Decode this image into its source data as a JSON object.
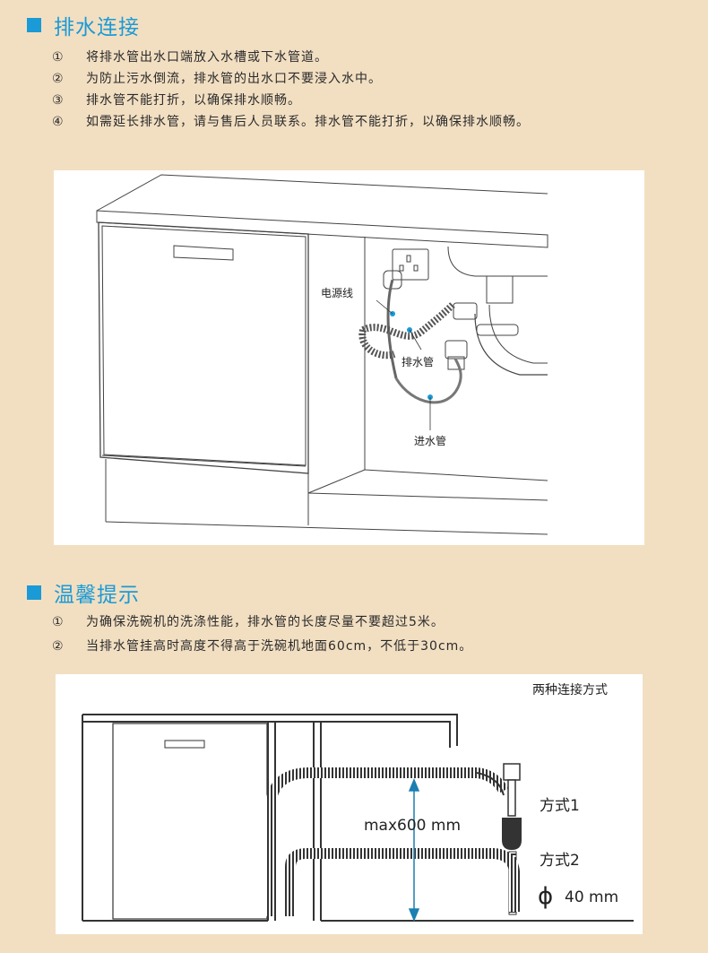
{
  "section1": {
    "title": "排水连接",
    "items": [
      {
        "num": "①",
        "text": "将排水管出水口端放入水槽或下水管道。"
      },
      {
        "num": "②",
        "text": "为防止污水倒流，排水管的出水口不要浸入水中。"
      },
      {
        "num": "③",
        "text": "排水管不能打折，以确保排水顺畅。"
      },
      {
        "num": "④",
        "text": "如需延长排水管，请与售后人员联系。排水管不能打折，以确保排水顺畅。"
      }
    ]
  },
  "figure1": {
    "label_power": "电源线",
    "label_drain": "排水管",
    "label_inlet": "进水管"
  },
  "section2": {
    "title": "温馨提示",
    "items": [
      {
        "num": "①",
        "text": "为确保洗碗机的洗涤性能，排水管的长度尽量不要超过5米。"
      },
      {
        "num": "②",
        "text": "当排水管挂高时高度不得高于洗碗机地面60cm，不低于30cm。"
      }
    ]
  },
  "figure2": {
    "heading": "两种连接方式",
    "max_label": "max600 mm",
    "method1": "方式1",
    "method2": "方式2",
    "diameter_symbol": "ϕ",
    "diameter_value": "40 mm"
  },
  "colors": {
    "accent": "#1a9ad6",
    "background": "#f2dfc2"
  }
}
